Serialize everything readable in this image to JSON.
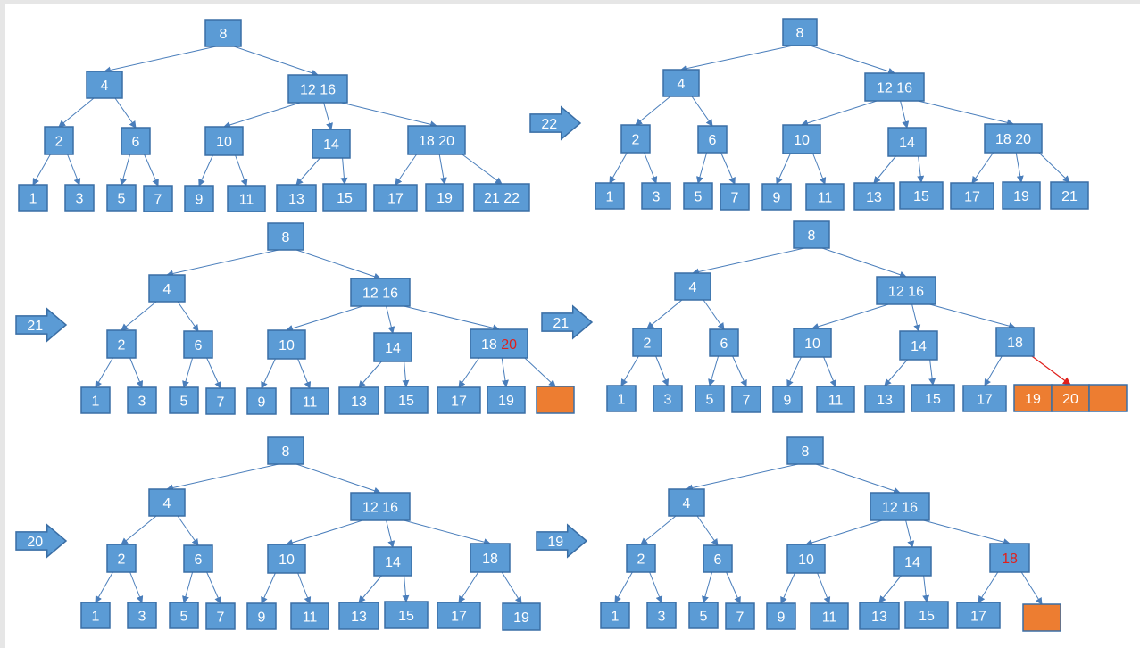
{
  "colors": {
    "node_fill": "#5b9bd5",
    "node_stroke": "#3a6ea5",
    "node_text": "#ffffff",
    "highlight_fill": "#ed7d31",
    "red_text": "#e0201c",
    "edge": "#4a7ebb"
  },
  "diagrams": [
    {
      "id": "tree-1",
      "nodes": [
        {
          "id": "n8",
          "label": "8"
        },
        {
          "id": "n4",
          "label": "4"
        },
        {
          "id": "n1216",
          "label": "12 16"
        },
        {
          "id": "n2",
          "label": "2"
        },
        {
          "id": "n6",
          "label": "6"
        },
        {
          "id": "n10",
          "label": "10"
        },
        {
          "id": "n14",
          "label": "14"
        },
        {
          "id": "n1820",
          "label": "18 20"
        },
        {
          "id": "l1",
          "label": "1"
        },
        {
          "id": "l3",
          "label": "3"
        },
        {
          "id": "l5",
          "label": "5"
        },
        {
          "id": "l7",
          "label": "7"
        },
        {
          "id": "l9",
          "label": "9"
        },
        {
          "id": "l11",
          "label": "11"
        },
        {
          "id": "l13",
          "label": "13"
        },
        {
          "id": "l15",
          "label": "15"
        },
        {
          "id": "l17",
          "label": "17"
        },
        {
          "id": "l19",
          "label": "19"
        },
        {
          "id": "l2122",
          "label": "21 22"
        }
      ]
    },
    {
      "id": "tree-2",
      "arrow_label": "22",
      "nodes": [
        {
          "id": "n8",
          "label": "8"
        },
        {
          "id": "n4",
          "label": "4"
        },
        {
          "id": "n1216",
          "label": "12 16"
        },
        {
          "id": "n2",
          "label": "2"
        },
        {
          "id": "n6",
          "label": "6"
        },
        {
          "id": "n10",
          "label": "10"
        },
        {
          "id": "n14",
          "label": "14"
        },
        {
          "id": "n1820",
          "label": "18 20"
        },
        {
          "id": "l1",
          "label": "1"
        },
        {
          "id": "l3",
          "label": "3"
        },
        {
          "id": "l5",
          "label": "5"
        },
        {
          "id": "l7",
          "label": "7"
        },
        {
          "id": "l9",
          "label": "9"
        },
        {
          "id": "l11",
          "label": "11"
        },
        {
          "id": "l13",
          "label": "13"
        },
        {
          "id": "l15",
          "label": "15"
        },
        {
          "id": "l17",
          "label": "17"
        },
        {
          "id": "l19",
          "label": "19"
        },
        {
          "id": "l21",
          "label": "21"
        }
      ]
    },
    {
      "id": "tree-3",
      "arrow_label": "21",
      "nodes": [
        {
          "id": "n8",
          "label": "8"
        },
        {
          "id": "n4",
          "label": "4"
        },
        {
          "id": "n1216",
          "label": "12 16"
        },
        {
          "id": "n2",
          "label": "2"
        },
        {
          "id": "n6",
          "label": "6"
        },
        {
          "id": "n10",
          "label": "10"
        },
        {
          "id": "n14",
          "label": "14"
        },
        {
          "id": "n18",
          "label": "18",
          "red_label": "20"
        },
        {
          "id": "l1",
          "label": "1"
        },
        {
          "id": "l3",
          "label": "3"
        },
        {
          "id": "l5",
          "label": "5"
        },
        {
          "id": "l7",
          "label": "7"
        },
        {
          "id": "l9",
          "label": "9"
        },
        {
          "id": "l11",
          "label": "11"
        },
        {
          "id": "l13",
          "label": "13"
        },
        {
          "id": "l15",
          "label": "15"
        },
        {
          "id": "l17",
          "label": "17"
        },
        {
          "id": "l19",
          "label": "19"
        },
        {
          "id": "empty",
          "label": "",
          "highlight": true
        }
      ]
    },
    {
      "id": "tree-4",
      "arrow_label": "21",
      "nodes": [
        {
          "id": "n8",
          "label": "8"
        },
        {
          "id": "n4",
          "label": "4"
        },
        {
          "id": "n1216",
          "label": "12 16"
        },
        {
          "id": "n2",
          "label": "2"
        },
        {
          "id": "n6",
          "label": "6"
        },
        {
          "id": "n10",
          "label": "10"
        },
        {
          "id": "n14",
          "label": "14"
        },
        {
          "id": "n18",
          "label": "18"
        },
        {
          "id": "l1",
          "label": "1"
        },
        {
          "id": "l3",
          "label": "3"
        },
        {
          "id": "l5",
          "label": "5"
        },
        {
          "id": "l7",
          "label": "7"
        },
        {
          "id": "l9",
          "label": "9"
        },
        {
          "id": "l11",
          "label": "11"
        },
        {
          "id": "l13",
          "label": "13"
        },
        {
          "id": "l15",
          "label": "15"
        },
        {
          "id": "l17",
          "label": "17"
        },
        {
          "id": "l19",
          "label": "19",
          "highlight": true
        },
        {
          "id": "l20",
          "label": "20",
          "highlight": true
        },
        {
          "id": "empty",
          "label": "",
          "highlight": true
        }
      ]
    },
    {
      "id": "tree-5",
      "arrow_label": "20",
      "nodes": [
        {
          "id": "n8",
          "label": "8"
        },
        {
          "id": "n4",
          "label": "4"
        },
        {
          "id": "n1216",
          "label": "12 16"
        },
        {
          "id": "n2",
          "label": "2"
        },
        {
          "id": "n6",
          "label": "6"
        },
        {
          "id": "n10",
          "label": "10"
        },
        {
          "id": "n14",
          "label": "14"
        },
        {
          "id": "n18",
          "label": "18"
        },
        {
          "id": "l1",
          "label": "1"
        },
        {
          "id": "l3",
          "label": "3"
        },
        {
          "id": "l5",
          "label": "5"
        },
        {
          "id": "l7",
          "label": "7"
        },
        {
          "id": "l9",
          "label": "9"
        },
        {
          "id": "l11",
          "label": "11"
        },
        {
          "id": "l13",
          "label": "13"
        },
        {
          "id": "l15",
          "label": "15"
        },
        {
          "id": "l17",
          "label": "17"
        },
        {
          "id": "l19",
          "label": "19"
        }
      ]
    },
    {
      "id": "tree-6",
      "arrow_label": "19",
      "nodes": [
        {
          "id": "n8",
          "label": "8"
        },
        {
          "id": "n4",
          "label": "4"
        },
        {
          "id": "n1216",
          "label": "12 16"
        },
        {
          "id": "n2",
          "label": "2"
        },
        {
          "id": "n6",
          "label": "6"
        },
        {
          "id": "n10",
          "label": "10"
        },
        {
          "id": "n14",
          "label": "14"
        },
        {
          "id": "n18",
          "label": "",
          "red_label": "18"
        },
        {
          "id": "l1",
          "label": "1"
        },
        {
          "id": "l3",
          "label": "3"
        },
        {
          "id": "l5",
          "label": "5"
        },
        {
          "id": "l7",
          "label": "7"
        },
        {
          "id": "l9",
          "label": "9"
        },
        {
          "id": "l11",
          "label": "11"
        },
        {
          "id": "l13",
          "label": "13"
        },
        {
          "id": "l15",
          "label": "15"
        },
        {
          "id": "l17",
          "label": "17"
        },
        {
          "id": "empty",
          "label": "",
          "highlight": true
        }
      ]
    }
  ]
}
